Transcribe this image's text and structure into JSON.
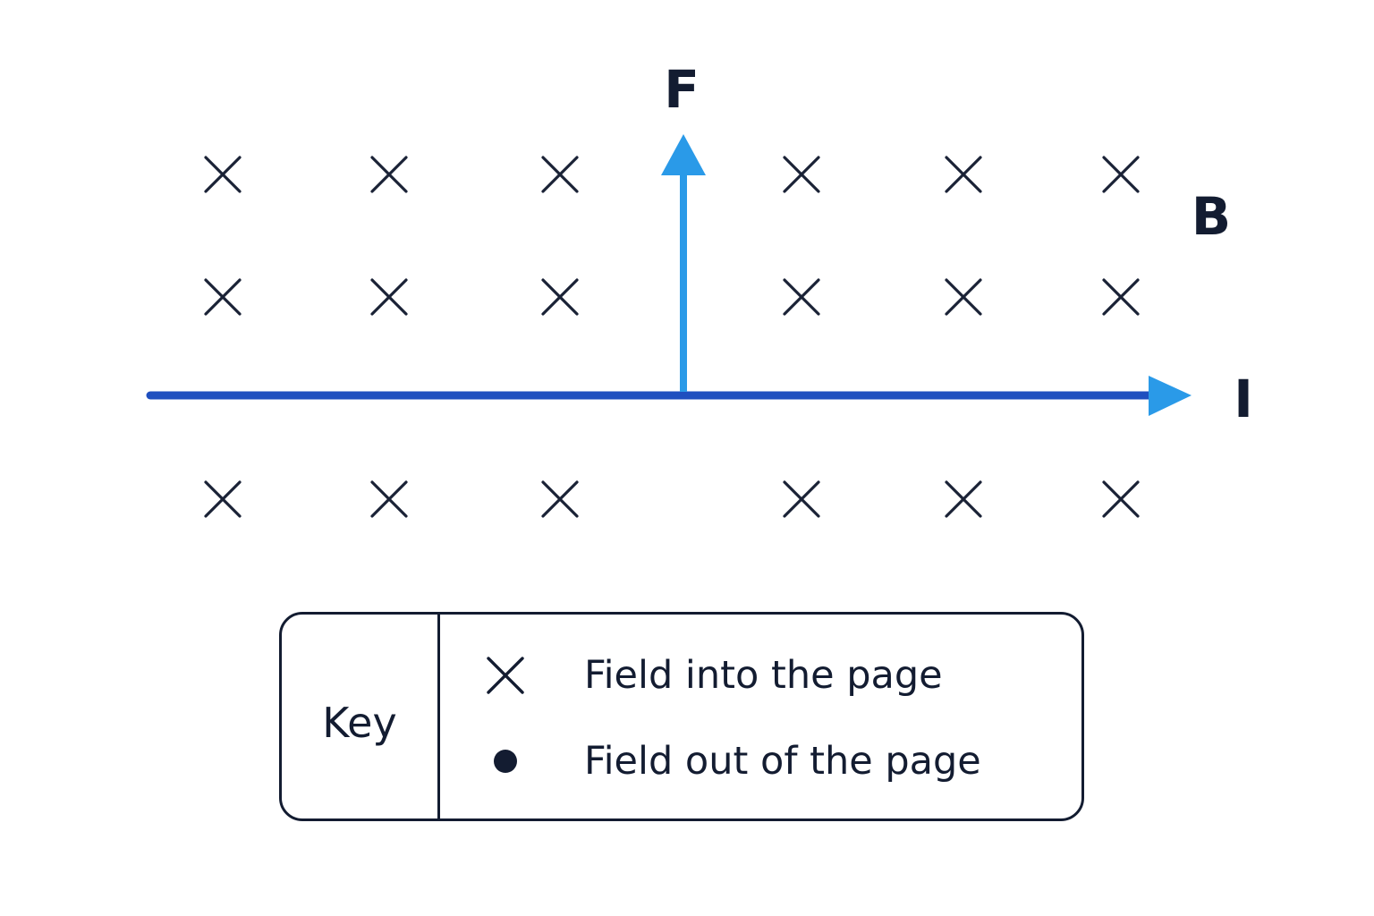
{
  "labels": {
    "force": "F",
    "field": "B",
    "current": "I"
  },
  "colors": {
    "current_arrow": "#1f4fbf",
    "force_arrow": "#2a9ae8",
    "ink": "#131c31"
  },
  "field_markers": {
    "symbol": "cross-icon",
    "rows": 3,
    "per_row": 6
  },
  "key": {
    "title": "Key",
    "items": [
      {
        "icon": "cross-icon",
        "label": "Field into the page"
      },
      {
        "icon": "dot-icon",
        "label": "Field out of the page"
      }
    ]
  }
}
